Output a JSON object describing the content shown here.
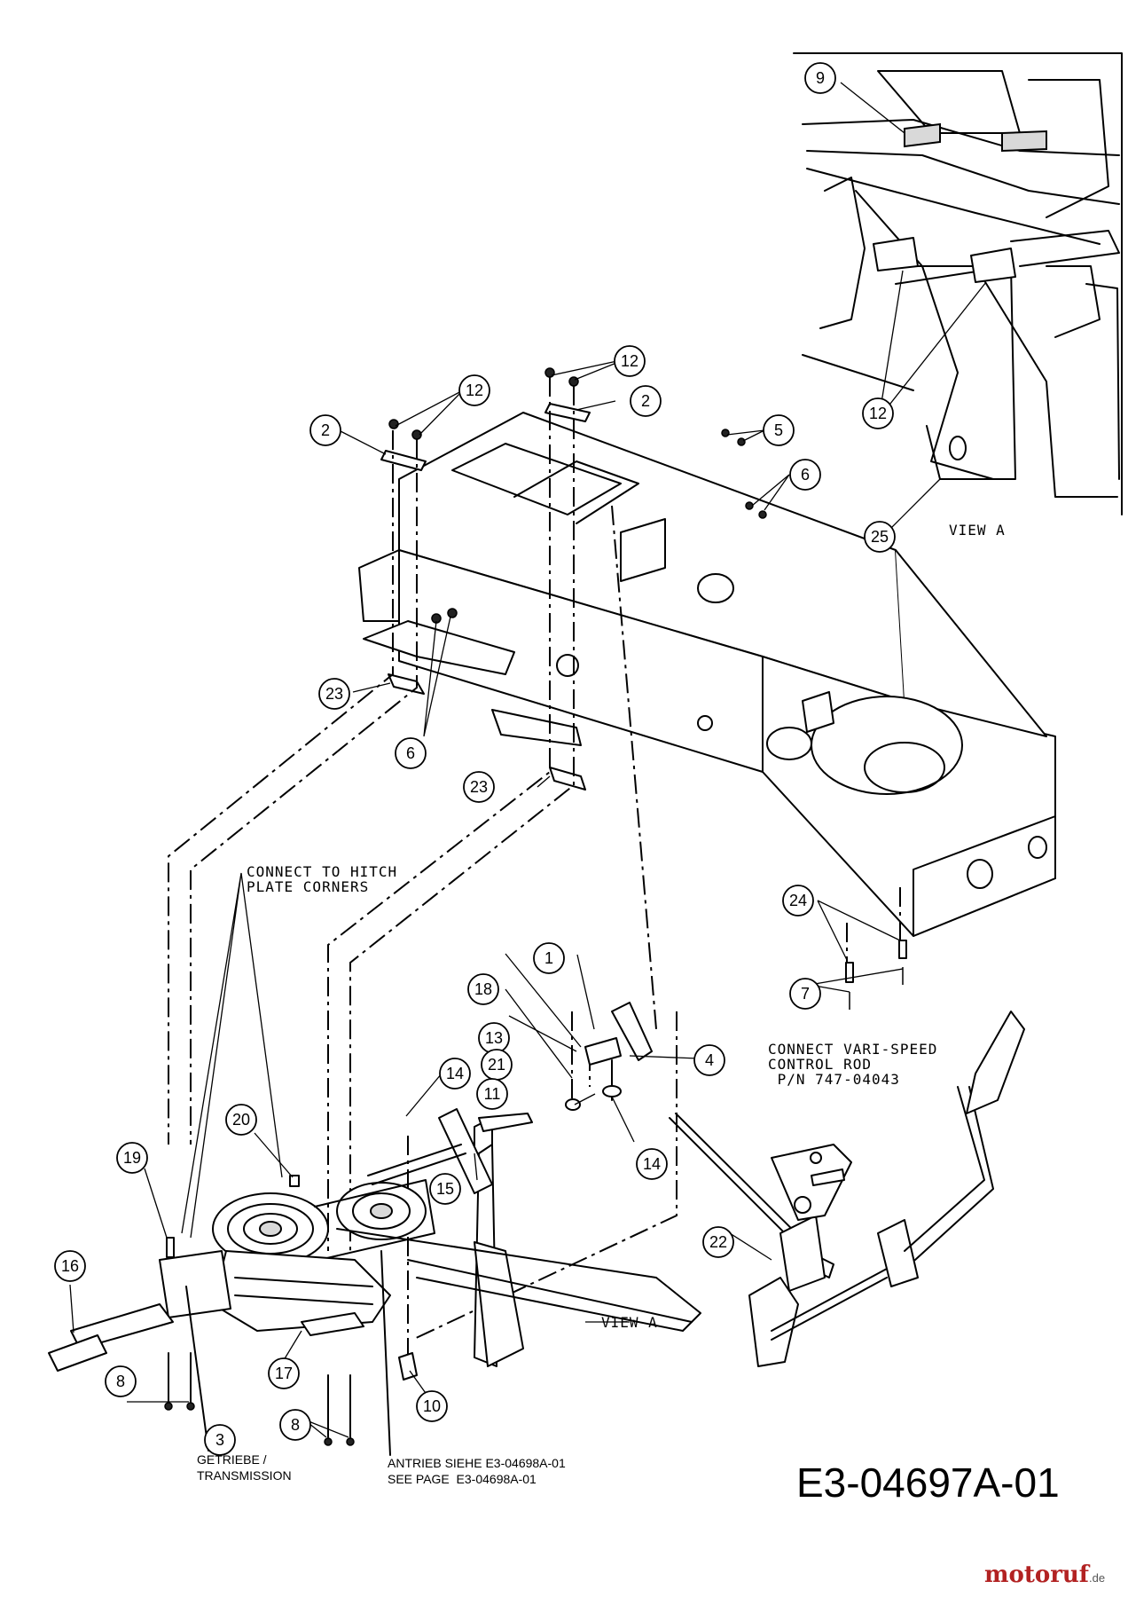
{
  "drawing": {
    "number": "E3-04697A-01",
    "view_label": "VIEW A",
    "callout_view_a": "VIEW A"
  },
  "notes": {
    "hitch": [
      "CONNECT TO HITCH",
      "PLATE CORNERS"
    ],
    "vari_speed": [
      "CONNECT VARI-SPEED",
      "CONTROL ROD",
      " P/N 747-04043"
    ],
    "transmission": [
      "GETRIEBE /",
      "TRANSMISSION"
    ],
    "drive": [
      "ANTRIEB SIEHE E3-04698A-01",
      "SEE PAGE  E3-04698A-01"
    ]
  },
  "callouts": {
    "c9": "9",
    "c12a": "12",
    "c25": "25",
    "c12b": "12",
    "c2a": "2",
    "c12c": "12",
    "c2b": "2",
    "c5": "5",
    "c6a": "6",
    "c23a": "23",
    "c6b": "6",
    "c23b": "23",
    "c24": "24",
    "c7": "7",
    "c1": "1",
    "c18": "18",
    "c13": "13",
    "c21": "21",
    "c11": "11",
    "c4": "4",
    "c14a": "14",
    "c14b": "14",
    "c15": "15",
    "c20": "20",
    "c19": "19",
    "c16": "16",
    "c8a": "8",
    "c3": "3",
    "c17": "17",
    "c8b": "8",
    "c10": "10",
    "c22": "22"
  },
  "watermark": {
    "name": "motoruf",
    "tld": ".de"
  }
}
